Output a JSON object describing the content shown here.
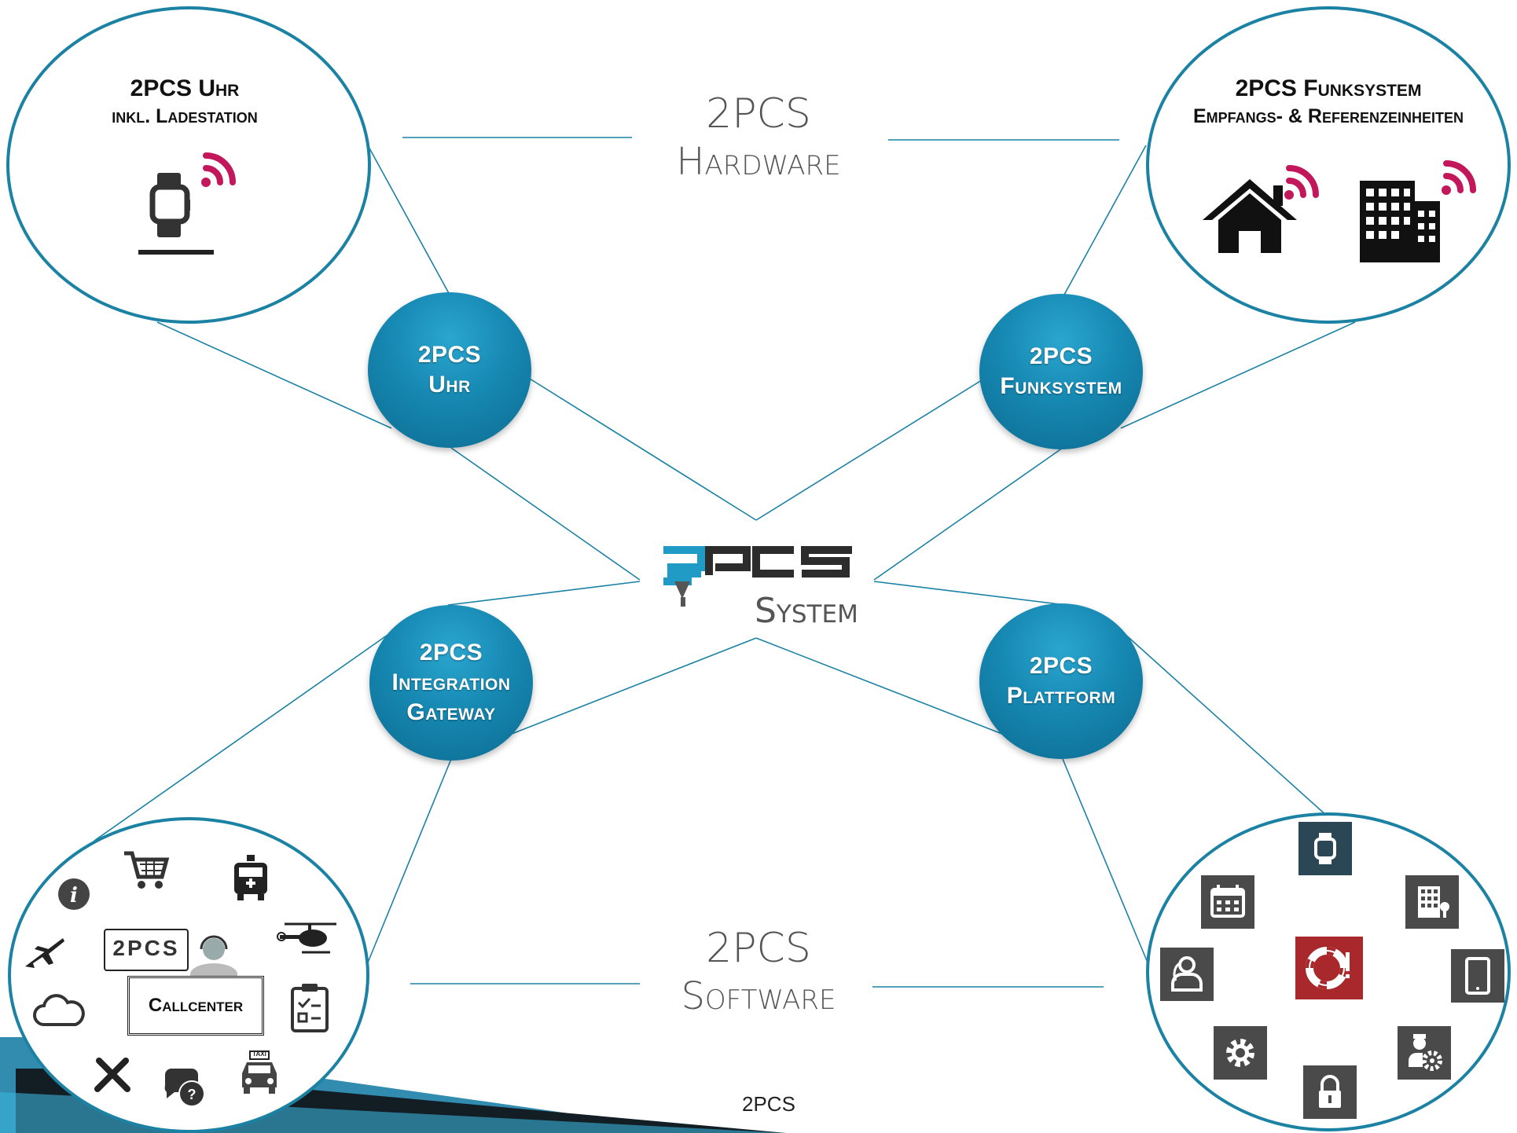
{
  "hardware": {
    "title": "2PCS",
    "subtitle": "Hardware"
  },
  "software": {
    "title": "2PCS",
    "subtitle": "Software"
  },
  "center": {
    "logo_text": "2PCS",
    "subtitle": "System"
  },
  "hubs": {
    "uhr": {
      "line1": "2PCS",
      "line2": "Uhr"
    },
    "funksystem": {
      "line1": "2PCS",
      "line2": "Funksystem"
    },
    "gateway": {
      "line1": "2PCS",
      "line2": "Integration",
      "line3": "Gateway"
    },
    "plattform": {
      "line1": "2PCS",
      "line2": "Plattform"
    }
  },
  "top_left": {
    "title": "2PCS Uhr",
    "subtitle": "inkl. Ladestation"
  },
  "top_right": {
    "title": "2PCS Funksystem",
    "subtitle": "Empfangs- & Referenzeinheiten"
  },
  "bottom_left": {
    "logo_text": "2PCS",
    "callcenter": "Callcenter",
    "taxi_label": "TAXI"
  },
  "footer": "2PCS",
  "colors": {
    "accent": "#1688b2",
    "line": "#1b82a4",
    "signal": "#c2185b",
    "tile": "#4a4a4a",
    "tile_dark": "#2b4654",
    "tile_red": "#a8282b"
  }
}
